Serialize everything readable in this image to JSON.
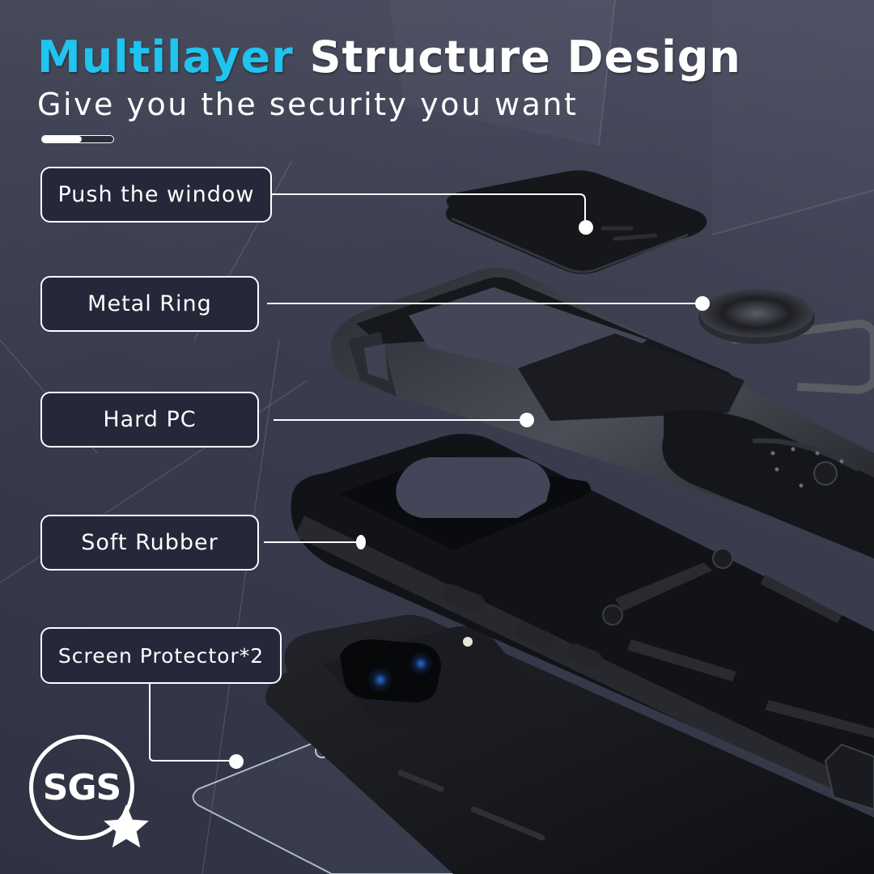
{
  "header": {
    "title_accent": "Multilayer",
    "title_rest": "Structure Design",
    "subtitle": "Give you the security you want",
    "accent_color": "#1fc4ef",
    "progress_indicator_percent": 56
  },
  "callouts": [
    {
      "label": "Push the window",
      "target": "camera-slide-cover"
    },
    {
      "label": "Metal Ring",
      "target": "ring-holder"
    },
    {
      "label": "Hard PC",
      "target": "hard-pc-frame"
    },
    {
      "label": "Soft Rubber",
      "target": "soft-rubber-inner-case"
    },
    {
      "label": "Screen Protector*2",
      "target": "screen-protector"
    }
  ],
  "badge": {
    "text": "SGS",
    "icon": "star-icon"
  },
  "colors": {
    "background": "#3e4152",
    "label_fill": "#252839",
    "label_border": "#ffffff",
    "product": "#17181d"
  }
}
